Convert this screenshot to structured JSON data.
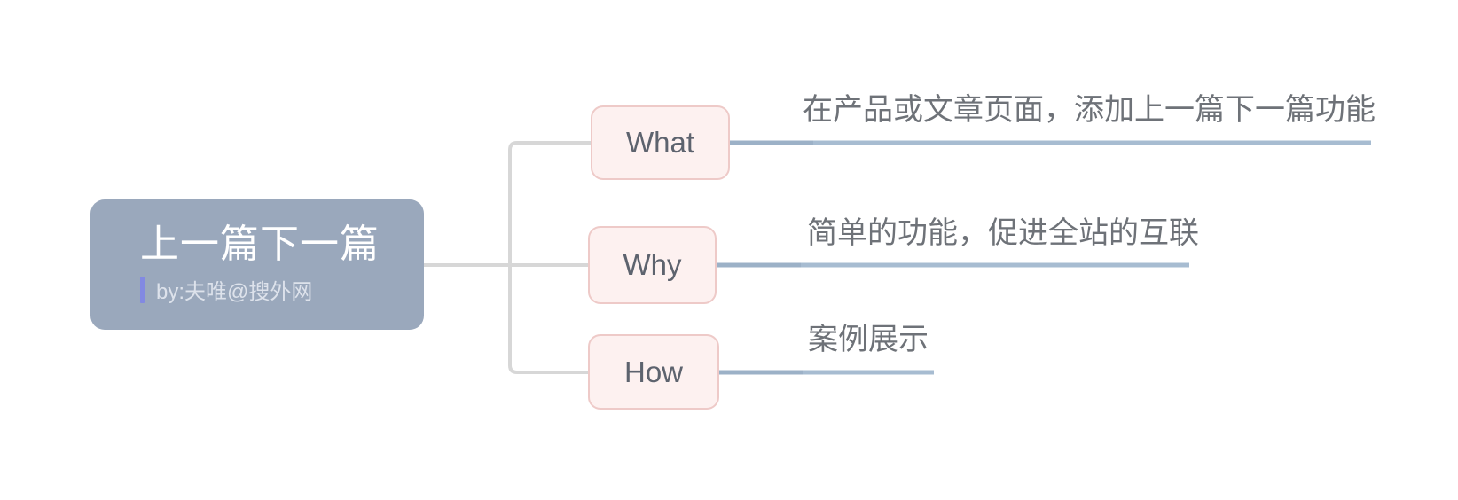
{
  "root": {
    "title": "上一篇下一篇",
    "byline": "by:夫唯@搜外网"
  },
  "branches": [
    {
      "id": "what",
      "label": "What",
      "note": "在产品或文章页面，添加上一篇下一篇功能"
    },
    {
      "id": "why",
      "label": "Why",
      "note": "简单的功能，促进全站的互联"
    },
    {
      "id": "how",
      "label": "How",
      "note": "案例展示"
    }
  ],
  "colors": {
    "canvas_bg": "#ffffff",
    "root_fill": "#9aa8bc",
    "root_title_text": "#ffffff",
    "root_byline_text": "#dde2eb",
    "byline_accent_bar": "#8289e2",
    "branch_fill": "#fdf1f0",
    "branch_border": "#eecac8",
    "branch_label_text": "#5d636e",
    "note_text": "#6e7278",
    "connector_gray": "#d7d7d7",
    "branch_line": "#a7bcd1",
    "branch_line_dark": "#9cb1c7"
  }
}
